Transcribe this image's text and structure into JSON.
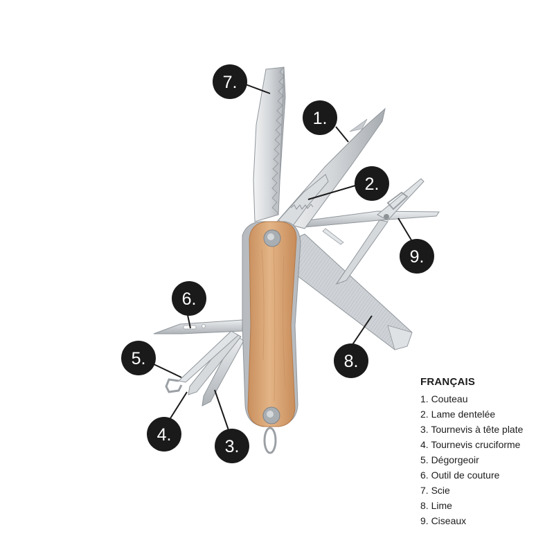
{
  "callouts": [
    {
      "number": "7."
    },
    {
      "number": "1."
    },
    {
      "number": "2."
    },
    {
      "number": "9."
    },
    {
      "number": "6."
    },
    {
      "number": "8."
    },
    {
      "number": "5."
    },
    {
      "number": "4."
    },
    {
      "number": "3."
    }
  ],
  "legend": {
    "title": "FRANÇAIS",
    "items": [
      "1. Couteau",
      "2. Lame dentelée",
      "3. Tournevis à tête plate",
      "4. Tournevis cruciforme",
      "5. Dégorgeoir",
      "6. Outil de couture",
      "7. Scie",
      "8. Lime",
      "9. Ciseaux"
    ]
  },
  "colors": {
    "badge": "#1a1a1a",
    "steel_light": "#e6e8ea",
    "steel_dark": "#9ea3a8",
    "wood": "#d9a779"
  }
}
